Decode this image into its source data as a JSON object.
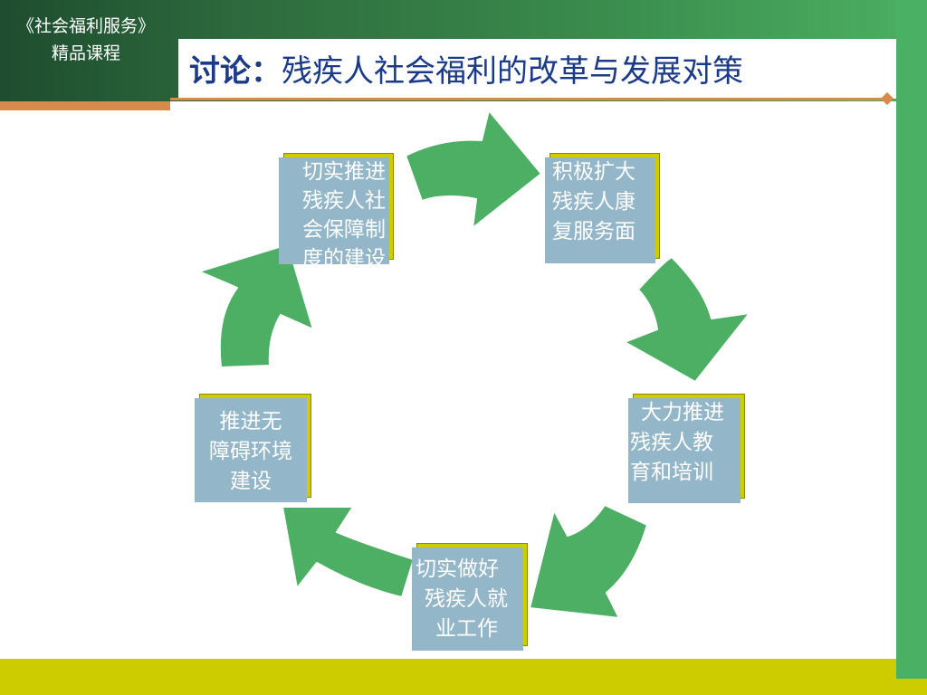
{
  "course": {
    "line1": "《社会福利服务》",
    "line2": "精品课程"
  },
  "title": {
    "prefix": "讨论：",
    "main": "残疾人社会福利的改革与发展对策"
  },
  "nodes": [
    {
      "lines": [
        "切实推进",
        "残疾人社",
        "会保障制",
        "度的建设"
      ]
    },
    {
      "lines": [
        "积极扩大",
        "残疾人康",
        "复服务面"
      ]
    },
    {
      "lines": [
        "大力推进",
        "残疾人教",
        "育和培训"
      ]
    },
    {
      "lines": [
        "切实做好",
        "残疾人就",
        "业工作"
      ]
    },
    {
      "lines": [
        "推进无",
        "障碍环境",
        "建设"
      ]
    }
  ],
  "colors": {
    "arrow": "#4caf64",
    "box": "#93b6c8",
    "box_shadow": "#cccc00",
    "title": "#1b3a8a",
    "accent": "#d88a4a"
  }
}
